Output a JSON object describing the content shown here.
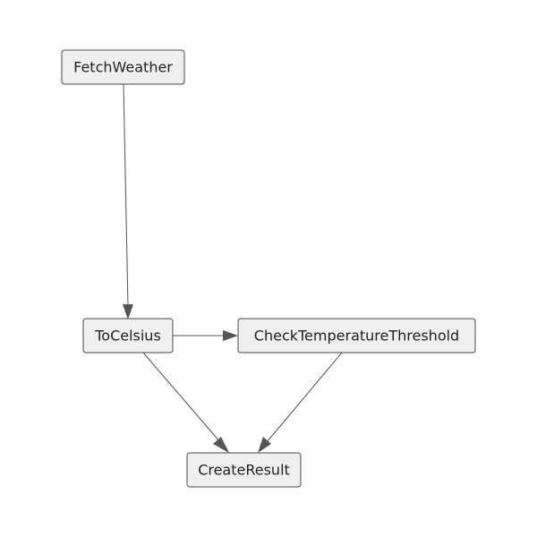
{
  "diagram": {
    "nodes": [
      {
        "id": "fetch",
        "label": "FetchWeather"
      },
      {
        "id": "celsius",
        "label": "ToCelsius"
      },
      {
        "id": "check",
        "label": "CheckTemperatureThreshold"
      },
      {
        "id": "result",
        "label": "CreateResult"
      }
    ],
    "edges": [
      {
        "from": "fetch",
        "to": "celsius"
      },
      {
        "from": "celsius",
        "to": "check"
      },
      {
        "from": "celsius",
        "to": "result"
      },
      {
        "from": "check",
        "to": "result"
      }
    ],
    "colors": {
      "node_fill": "#efefef",
      "node_border": "#4a4a4a",
      "edge": "#555555",
      "text": "#222222"
    }
  }
}
